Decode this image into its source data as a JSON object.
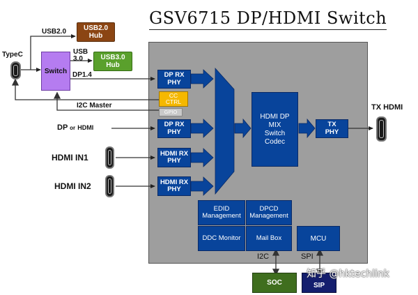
{
  "title": "GSV6715 DP/HDMI Switch",
  "labels": {
    "typec": "TypeC",
    "usb20": "USB2.0",
    "usb30": "USB 3.0",
    "dp14": "DP1.4",
    "i2c_master": "I2C Master",
    "dp_or_hdmi_dp": "DP",
    "dp_or_hdmi_or": "or",
    "dp_or_hdmi_hdmi": "HDMI",
    "hdmi_in1": "HDMI IN1",
    "hdmi_in2": "HDMI IN2",
    "tx_hdmi": "TX HDMI",
    "i2c": "I2C",
    "spi": "SPI"
  },
  "blocks": {
    "usb2_hub": "USB2.0 Hub",
    "usb3_hub": "USB3.0 Hub",
    "switch": "Switch",
    "dp_rx_phy_1": "DP RX PHY",
    "cc_ctrl": "CC CTRL",
    "gpio": "GPIO",
    "dp_rx_phy_2": "DP RX PHY",
    "hdmi_rx_phy_1": "HDMI RX PHY",
    "hdmi_rx_phy_2": "HDMI RX PHY",
    "codec": "HDMI DP MIX Switch Codec",
    "tx_phy": "TX PHY",
    "edid": "EDID Management",
    "dpcd": "DPCD Management",
    "ddc": "DDC Monitor",
    "mailbox": "Mail Box",
    "mcu": "MCU",
    "soc": "SOC",
    "sip": "SIP"
  },
  "watermark": "知乎 @hktechlink",
  "colors": {
    "chip_bg": "#9e9e9e",
    "block_blue": "#08449b",
    "usb2_hub": "#8b4513",
    "usb3_hub": "#5aa02c",
    "switch": "#b57cf0",
    "cc_ctrl": "#f5b800",
    "gpio": "#c9c9c9",
    "soc": "#3f6e1e",
    "sip": "#141e6e"
  }
}
